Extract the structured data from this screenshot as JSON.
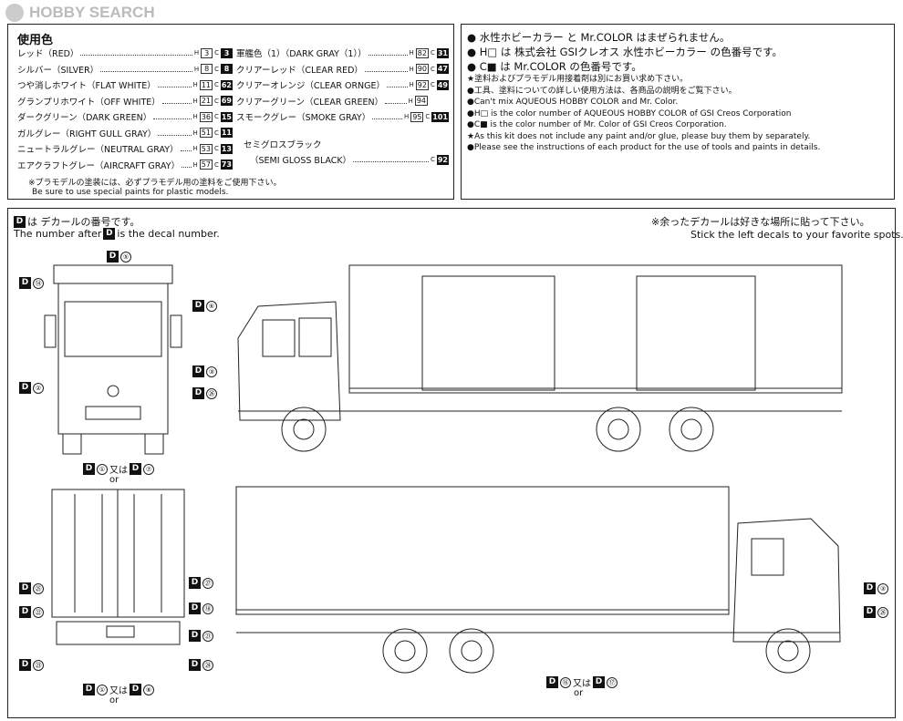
{
  "logo": {
    "text": "HOBBY SEARCH"
  },
  "paints": {
    "heading": "使用色",
    "left": [
      {
        "label": "レッド（RED）",
        "h": "3",
        "c": "3"
      },
      {
        "label": "シルバー（SILVER）",
        "h": "8",
        "c": "8"
      },
      {
        "label": "つや消しホワイト（FLAT WHITE）",
        "h": "11",
        "c": "62"
      },
      {
        "label": "グランプリホワイト（OFF WHITE）",
        "h": "21",
        "c": "69"
      },
      {
        "label": "ダークグリーン（DARK GREEN）",
        "h": "36",
        "c": "15"
      },
      {
        "label": "ガルグレー（RIGHT GULL GRAY）",
        "h": "51",
        "c": "11"
      },
      {
        "label": "ニュートラルグレー（NEUTRAL GRAY）",
        "h": "53",
        "c": "13"
      },
      {
        "label": "エアクラフトグレー（AIRCRAFT GRAY）",
        "h": "57",
        "c": "73"
      }
    ],
    "right": [
      {
        "label": "軍艦色（1）（DARK GRAY（1））",
        "h": "82",
        "c": "31"
      },
      {
        "label": "クリアーレッド（CLEAR RED）",
        "h": "90",
        "c": "47"
      },
      {
        "label": "クリアーオレンジ（CLEAR ORNGE）",
        "h": "92",
        "c": "49"
      },
      {
        "label": "クリアーグリーン（CLEAR GREEN）",
        "h": "94",
        "c": ""
      },
      {
        "label": "スモークグレー（SMOKE GRAY）",
        "h": "95",
        "c": "101"
      }
    ],
    "semi_gloss_jp": "セミグロスブラック",
    "semi_gloss_en": "（SEMI GLOSS BLACK）",
    "semi_gloss_c": "92",
    "h_prefix": "H",
    "c_prefix": "C",
    "note_jp": "※プラモデルの塗装には、必ずプラモデル用の塗料をご使用下さい。",
    "note_en": "Be sure to use special paints for plastic models."
  },
  "instructions": {
    "line1": "● 水性ホビーカラー と Mr.COLOR はまぜられません。",
    "line2": "● H□ は 株式会社 GSIクレオス 水性ホビーカラー の色番号です。",
    "line3": "● C■ は Mr.COLOR の色番号です。",
    "line4": "★塗料およびプラモデル用接着剤は別にお買い求め下さい。",
    "line5": "●工具、塗料についての詳しい使用方法は、各商品の説明をご覧下さい。",
    "line6": "●Can't mix AQUEOUS HOBBY COLOR and Mr. Color.",
    "line7": "●H□ is the color number of AQUEOUS HOBBY COLOR of GSI Creos Corporation",
    "line8": "●C■ is the color number of Mr. Color of GSI Creos Corporation.",
    "line9": "★As this kit does not include any paint and/or glue, please buy them by separately.",
    "line10": "●Please see the instructions of each product for the use of tools and paints in details."
  },
  "decals": {
    "header_jp": "は デカールの番号です。",
    "header_en_a": "The number after",
    "header_en_b": "is the decal number.",
    "spare_jp": "※余ったデカールは好きな場所に貼って下さい。",
    "spare_en": "Stick the left decals to your favorite spots.",
    "d": "D",
    "or_jp": "又は",
    "or_en": "or",
    "n1": "①",
    "n2": "②",
    "n3": "③",
    "n5": "⑤",
    "n6": "⑥",
    "n7": "⑦",
    "n8": "⑧",
    "n14": "⑭",
    "n16": "⑯",
    "n17": "⑰",
    "n18": "⑱",
    "n21": "㉑",
    "n22": "㉒",
    "n23": "㉓",
    "n24": "㉔",
    "n25": "㉕",
    "n26": "㉖",
    "n27": "㉗"
  }
}
